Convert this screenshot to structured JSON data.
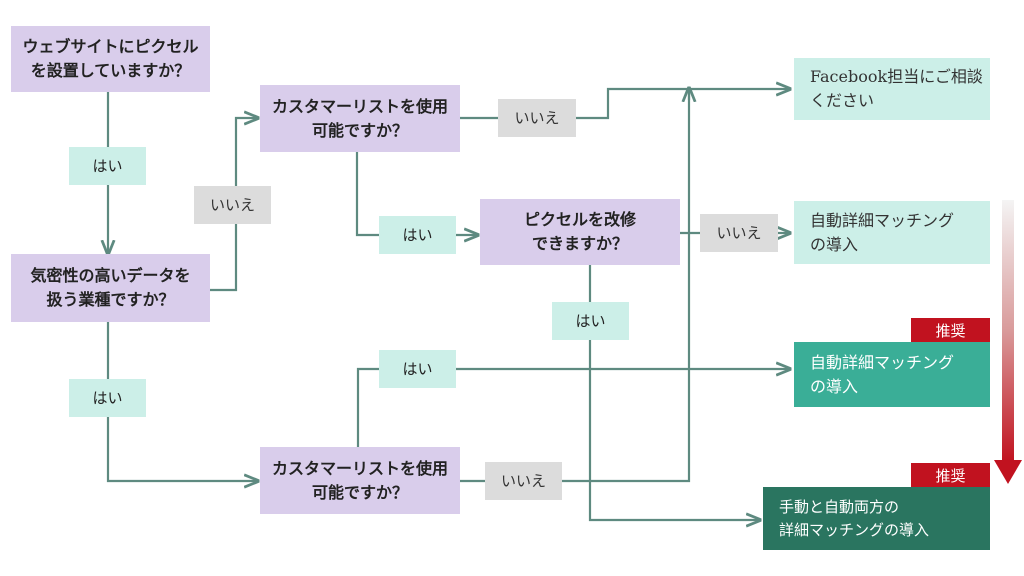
{
  "questions": {
    "pixel_installed": "ウェブサイトにピクセル\nを設置していますか？",
    "sensitive_data": "気密性の高いデータを\n扱う業種ですか？",
    "customer_list_top": "カスタマーリストを使用\n可能ですか？",
    "pixel_modifiable": "ピクセルを改修\nできますか？",
    "customer_list_bottom": "カスタマーリストを使用\n可能ですか？"
  },
  "answers": {
    "yes": "はい",
    "no": "いいえ"
  },
  "results": {
    "contact_facebook": "Facebook担当にご相談\nください",
    "auto_matching_a": "自動詳細マッチング\nの導入",
    "auto_matching_b": "自動詳細マッチング\nの導入",
    "manual_and_auto": "手動と自動両方の\n詳細マッチングの導入"
  },
  "badges": {
    "recommended_1": "推奨",
    "recommended_2": "推奨"
  },
  "colors": {
    "question": "#d9cdeb",
    "yes_label": "#ccefe8",
    "no_label": "#dcdcdc",
    "connector": "#5e8a80",
    "result_light": "#ccefe8",
    "result_medium": "#3aae97",
    "result_dark": "#2a7560",
    "recommended_badge": "#c1121f",
    "gradient_arrow_end": "#c1121f"
  },
  "icons": {
    "connector_arrowhead": "arrow-right-icon",
    "recommendation_gradient_arrow": "arrow-down-icon"
  }
}
